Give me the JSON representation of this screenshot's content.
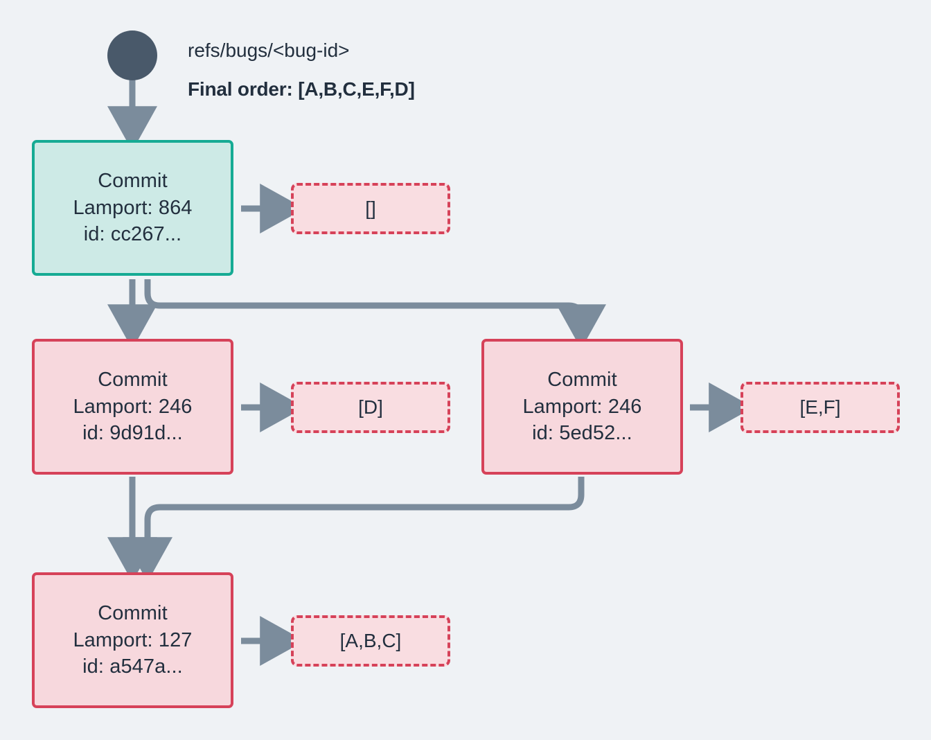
{
  "background": "#eff2f5",
  "palette": {
    "arrow": "#7b8c9c",
    "root_circle": "#49596a",
    "text": "#222f3e",
    "commit_green_fill": "#cdeae6",
    "commit_green_border": "#16ab94",
    "commit_pink_fill": "#f7d8dd",
    "commit_pink_border": "#d64259",
    "ops_fill": "#f9dde1",
    "ops_border": "#d64259"
  },
  "header": {
    "ref_label": "refs/bugs/<bug-id>",
    "final_order_label": "Final order: [A,B,C,E,F,D]"
  },
  "root": {
    "name": "root-node"
  },
  "commits": [
    {
      "id": "commit-cc267",
      "title": "Commit",
      "lamport": "Lamport: 864",
      "hash": "id: cc267...",
      "style": "green",
      "operations": "[]"
    },
    {
      "id": "commit-9d91d",
      "title": "Commit",
      "lamport": "Lamport: 246",
      "hash": "id: 9d91d...",
      "style": "pink",
      "operations": "[D]"
    },
    {
      "id": "commit-5ed52",
      "title": "Commit",
      "lamport": "Lamport: 246",
      "hash": "id: 5ed52...",
      "style": "pink",
      "operations": "[E,F]"
    },
    {
      "id": "commit-a547a",
      "title": "Commit",
      "lamport": "Lamport: 127",
      "hash": "id: a547a...",
      "style": "pink",
      "operations": "[A,B,C]"
    }
  ]
}
